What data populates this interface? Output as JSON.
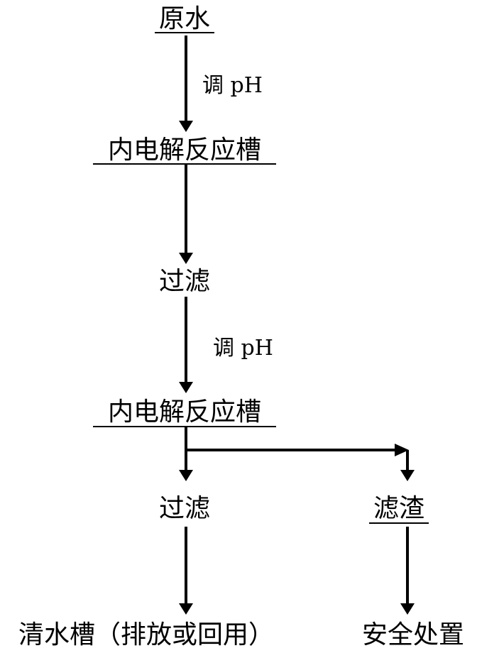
{
  "nodes": {
    "raw_water": "原水",
    "reactor_1": "内电解反应槽",
    "filter_1": "过滤",
    "reactor_2": "内电解反应槽",
    "filter_2": "过滤",
    "filter_residue": "滤渣",
    "clear_water_tank": "清水槽（排放或回用）",
    "safe_disposal": "安全处置"
  },
  "edge_labels": {
    "adjust_ph_1": "调 pH",
    "adjust_ph_2": "调 pH"
  },
  "colors": {
    "ink": "#000000",
    "background": "#ffffff"
  }
}
